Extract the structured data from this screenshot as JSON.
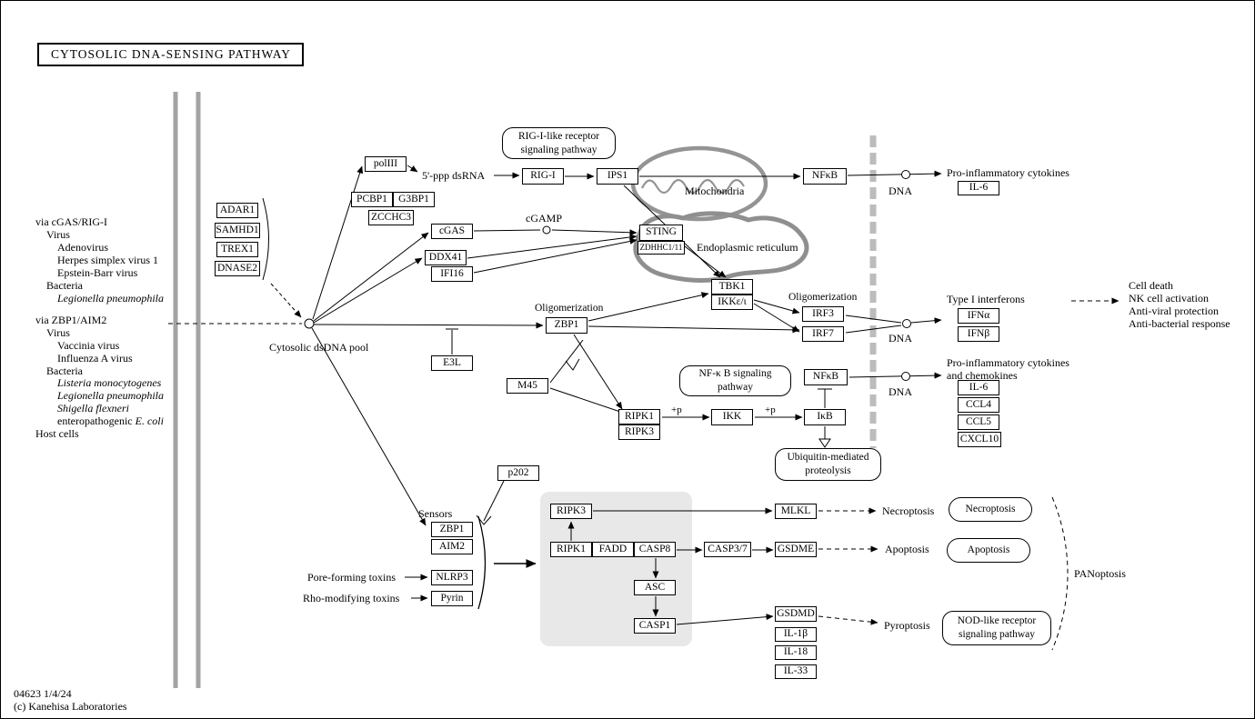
{
  "title": "CYTOSOLIC  DNA-SENSING  PATHWAY",
  "footer": {
    "map_id": "04623 1/4/24",
    "copyright": "(c) Kanehisa Laboratories"
  },
  "left_panel": {
    "via_cgas": "via cGAS/RIG-I",
    "virus1": "Virus",
    "adenovirus": "Adenovirus",
    "hsv1": "Herpes simplex virus 1",
    "ebv": "Epstein-Barr virus",
    "bacteria1": "Bacteria",
    "legionella1": "Legionella pneumophila",
    "via_zbp1": "via ZBP1/AIM2",
    "virus2": "Virus",
    "vaccinia": "Vaccinia virus",
    "influenza": "Influenza A virus",
    "bacteria2": "Bacteria",
    "listeria": "Listeria monocytogenes",
    "legionella2": "Legionella pneumophila",
    "shigella": "Shigella flexneri",
    "epec_prefix": "enteropathogenic",
    "epec_species": "E. coli",
    "host_cells": "Host cells"
  },
  "genes": {
    "adar1": "ADAR1",
    "samhd1": "SAMHD1",
    "trex1": "TREX1",
    "dnase2": "DNASE2",
    "poliii": "polIII",
    "pcbp1": "PCBP1",
    "g3bp1": "G3BP1",
    "zcchc3": "ZCCHC3",
    "cgas": "cGAS",
    "ddx41": "DDX41",
    "ifi16": "IFI16",
    "rigi": "RIG-I",
    "ips1": "IPS1",
    "nfkb_top": "NFκB",
    "sting": "STING",
    "zdhhc": "ZDHHC1/11",
    "tbk1": "TBK1",
    "ikke": "IKKε/ι",
    "zbp1": "ZBP1",
    "irf3": "IRF3",
    "irf7": "IRF7",
    "e3l": "E3L",
    "m45": "M45",
    "ripk1": "RIPK1",
    "ripk3": "RIPK3",
    "ikk": "IKK",
    "ikb": "IκB",
    "nfkb_mid": "NFκB",
    "il6_top": "IL-6",
    "ifna": "IFNα",
    "ifnb": "IFNβ",
    "il6_mid": "IL-6",
    "ccl4": "CCL4",
    "ccl5": "CCL5",
    "cxcl10": "CXCL10",
    "p202": "p202",
    "zbp1_sensor": "ZBP1",
    "aim2": "AIM2",
    "nlrp3": "NLRP3",
    "pyrin": "Pyrin",
    "ripk3_panel": "RIPK3",
    "mlkl": "MLKL",
    "ripk1_panel": "RIPK1",
    "fadd": "FADD",
    "casp8": "CASP8",
    "casp37": "CASP3/7",
    "gsdme": "GSDME",
    "asc": "ASC",
    "casp1": "CASP1",
    "gsdmd": "GSDMD",
    "il1b": "IL-1β",
    "il18": "IL-18",
    "il33": "IL-33"
  },
  "pathway_boxes": {
    "rlr": "RIG-I-like receptor\nsignaling pathway",
    "nfkb_sig": "NF-κ B signaling\npathway",
    "ubiq": "Ubiquitin-mediated\nproteolysis",
    "necroptosis": "Necroptosis",
    "apoptosis": "Apoptosis",
    "nlr": "NOD-like receptor\nsignaling pathway"
  },
  "labels": {
    "dsrna": "5'-ppp dsRNA",
    "cgamp": "cGAMP",
    "mitochondria": "Mitochondria",
    "er": "Endoplasmic reticulum",
    "pool": "Cytosolic dsDNA pool",
    "oligo_zbp1": "Oligomerization",
    "oligo_irf": "Oligomerization",
    "dna1": "DNA",
    "dna2": "DNA",
    "dna3": "DNA",
    "pro_inflam_top": "Pro-inflammatory cytokines",
    "type1_ifn": "Type I interferons",
    "pro_inflam_mid": "Pro-inflammatory cytokines\nand chemokines",
    "outcomes": "Cell death\nNK cell activation\nAnti-viral protection\nAnti-bacterial response",
    "plus_p1": "+p",
    "plus_p2": "+p",
    "sensors": "Sensors",
    "pore_toxins": "Pore-forming toxins",
    "rho_toxins": "Rho-modifying toxins",
    "necroptosis_t": "Necroptosis",
    "apoptosis_t": "Apoptosis",
    "pyroptosis_t": "Pyroptosis",
    "panoptosis": "PANoptosis"
  }
}
